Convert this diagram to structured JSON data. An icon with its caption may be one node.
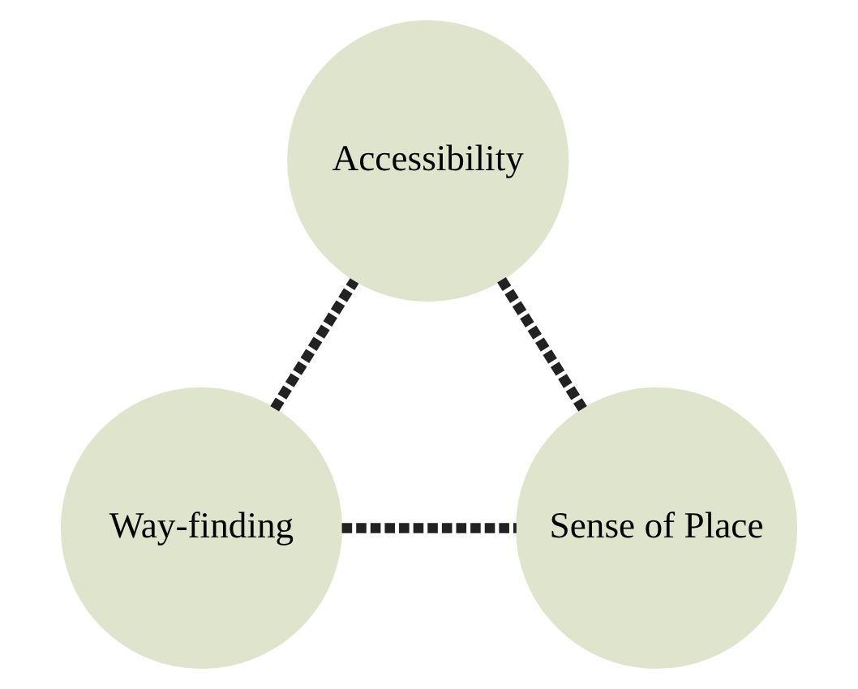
{
  "diagram": {
    "nodes": [
      {
        "text": [
          "Accessibility"
        ]
      },
      {
        "text": [
          "Way-finding"
        ]
      },
      {
        "text": [
          "Sense of Place"
        ]
      }
    ],
    "edges": [
      {
        "from": 1,
        "to": 0,
        "arrow": "none",
        "style": "dashed"
      },
      {
        "from": 0,
        "to": 2,
        "arrow": "none",
        "style": "dashed"
      },
      {
        "from": 1,
        "to": 2,
        "arrow": "none",
        "style": "dashed"
      }
    ]
  }
}
